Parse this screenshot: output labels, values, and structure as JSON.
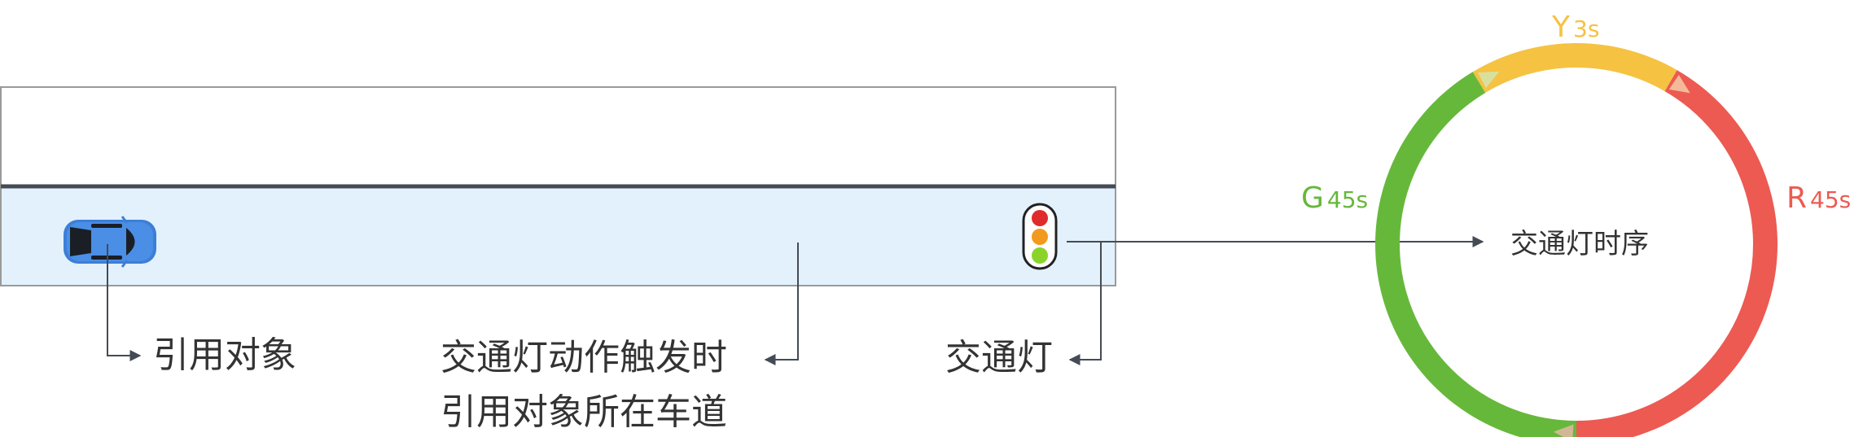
{
  "labels": {
    "reference_object": "引用对象",
    "trigger_lane_line1": "交通灯动作触发时",
    "trigger_lane_line2": "引用对象所在车道",
    "traffic_light": "交通灯",
    "timing": "交通灯时序"
  },
  "cycle": {
    "green": {
      "letter": "G",
      "duration": "45s",
      "color": "#66b83a"
    },
    "yellow": {
      "letter": "Y",
      "duration": "3s",
      "color": "#f5c242"
    },
    "red": {
      "letter": "R",
      "duration": "45s",
      "color": "#ec5a52"
    }
  },
  "colors": {
    "road_fill": "#e3f1fd",
    "car": "#4a8ee6",
    "line": "#444b55",
    "light_red": "#e02b2b",
    "light_amber": "#f29a1d",
    "light_green": "#8ad42a"
  }
}
